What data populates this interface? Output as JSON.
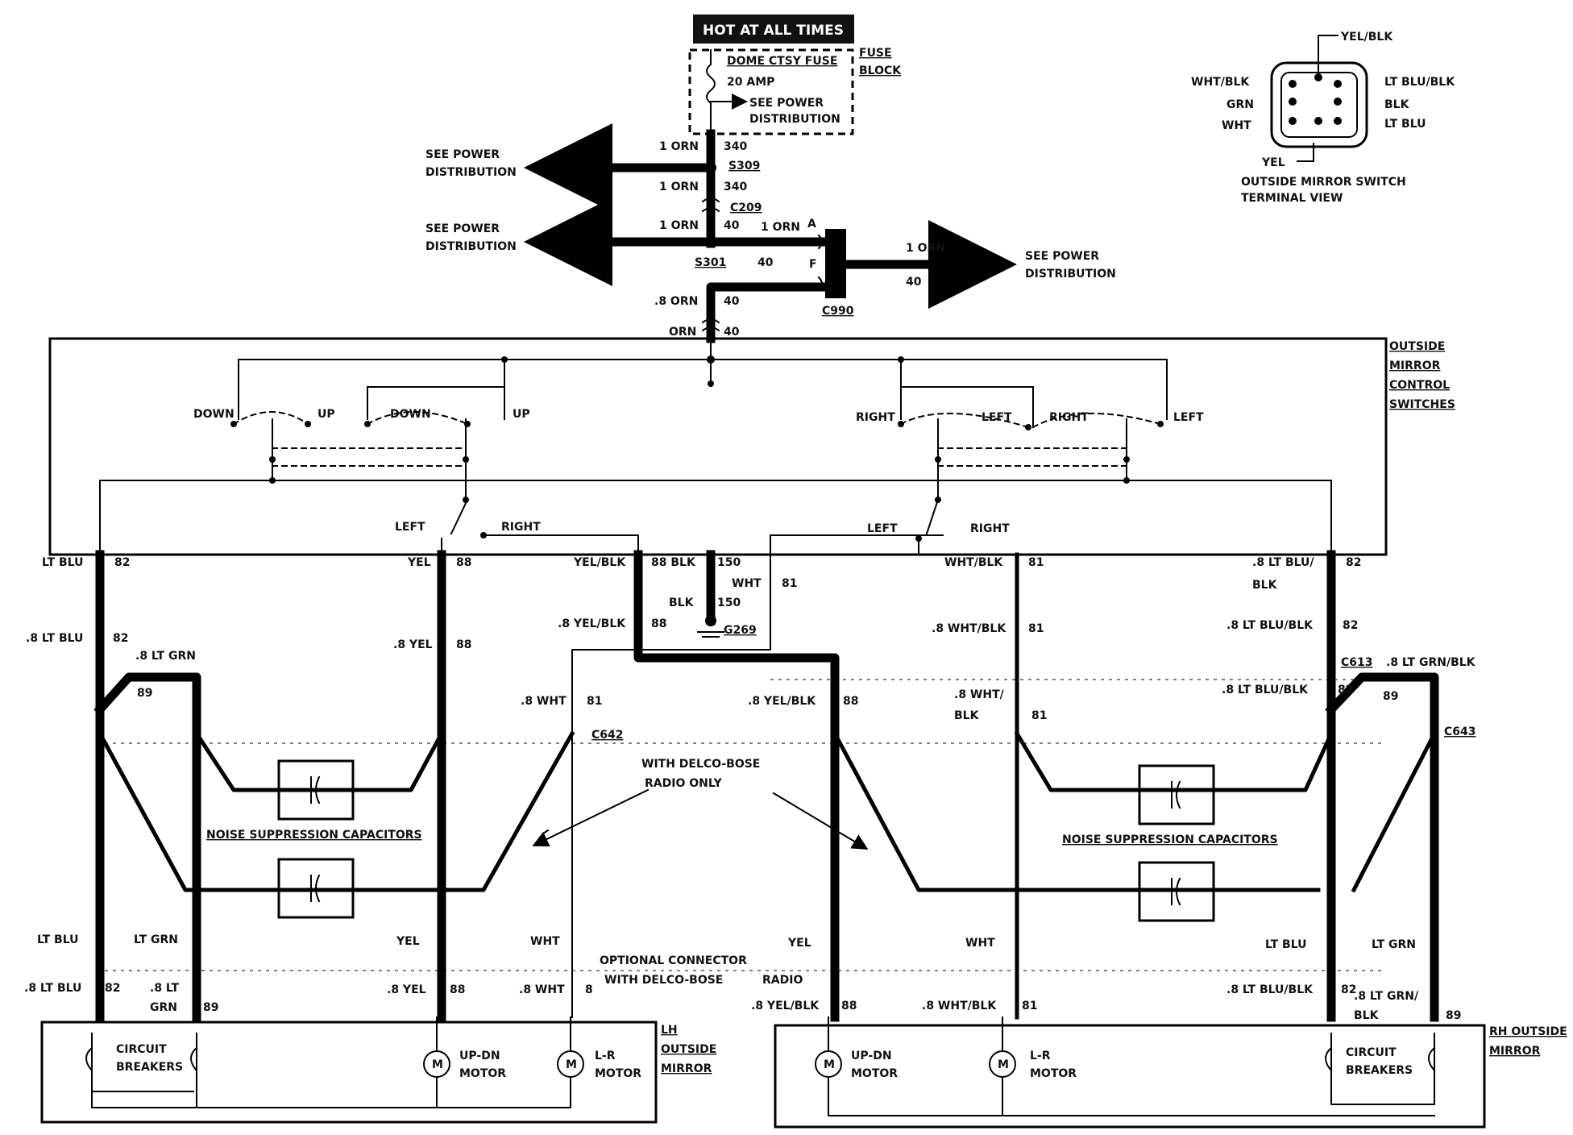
{
  "power_header": {
    "hot_label": "HOT AT ALL TIMES",
    "fuse_name": "DOME CTSY FUSE",
    "fuse_rating": "20 AMP",
    "fuse_note_1": "SEE POWER",
    "fuse_note_2": "DISTRIBUTION",
    "fuse_block_1": "FUSE",
    "fuse_block_2": "BLOCK"
  },
  "feed": {
    "wire_1orn": "1 ORN",
    "circuit_340": "340",
    "splice_s309": "S309",
    "conn_c209": "C209",
    "circuit_40": "40",
    "splice_s301": "S301",
    "pin_a": "A",
    "pin_f": "F",
    "conn_c990": "C990",
    "wire_8orn": ".8 ORN",
    "wire_orn": "ORN",
    "see_power_1": "SEE POWER",
    "see_power_2": "DISTRIBUTION"
  },
  "switch_terminal": {
    "yel_blk": "YEL/BLK",
    "wht_blk": "WHT/BLK",
    "lt_blu_blk": "LT BLU/BLK",
    "grn": "GRN",
    "blk": "BLK",
    "wht": "WHT",
    "lt_blu": "LT BLU",
    "yel": "YEL",
    "caption_1": "OUTSIDE MIRROR SWITCH",
    "caption_2": "TERMINAL VIEW"
  },
  "control": {
    "title_1": "OUTSIDE",
    "title_2": "MIRROR",
    "title_3": "CONTROL",
    "title_4": "SWITCHES",
    "down": "DOWN",
    "up": "UP",
    "right": "RIGHT",
    "left": "LEFT"
  },
  "wires": {
    "lt_blu": "LT BLU",
    "c82": "82",
    "yel": "YEL",
    "c88": "88",
    "yel_blk": "YEL/BLK",
    "blk88": "88 BLK",
    "c150": "150",
    "wht": "WHT",
    "c81": "81",
    "blk": "BLK",
    "g269": "G269",
    "wht_blk": "WHT/BLK",
    "lt_blu_slash": ".8 LT BLU/",
    "blk_only": "BLK",
    "w8_lt_blu": ".8 LT BLU",
    "w8_lt_grn": ".8 LT GRN",
    "c89": "89",
    "w8_yel": ".8 YEL",
    "w8_yel_blk": ".8 YEL/BLK",
    "w8_wht_blk": ".8 WHT/BLK",
    "w8_lt_blu_blk": ".8 LT BLU/BLK",
    "c613": "C613",
    "w8_lt_grn_blk": ".8 LT GRN/BLK",
    "w8_wht": ".8 WHT",
    "c642": "C642",
    "w8_wht_slash": ".8 WHT/",
    "c643": "C643",
    "delco_1": "WITH DELCO-BOSE",
    "delco_2": "RADIO ONLY",
    "noise": "NOISE SUPPRESSION CAPACITORS",
    "lt_grn": "LT GRN",
    "optional_1": "OPTIONAL CONNECTOR",
    "optional_2": "WITH DELCO-BOSE",
    "optional_3": "RADIO",
    "w8_lt": ".8 LT",
    "grn": "GRN",
    "c8": "8",
    "w8_lt_grn_slash": ".8 LT GRN/"
  },
  "mirrors": {
    "circuit": "CIRCUIT",
    "breakers": "BREAKERS",
    "updn": "UP-DN",
    "motor": "MOTOR",
    "lr": "L-R",
    "lh_1": "LH",
    "lh_2": "OUTSIDE",
    "lh_3": "MIRROR",
    "rh_1": "RH OUTSIDE",
    "rh_2": "MIRROR",
    "m": "M"
  }
}
